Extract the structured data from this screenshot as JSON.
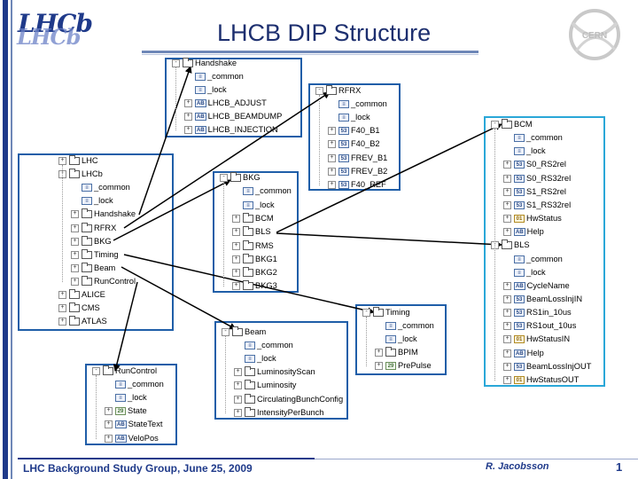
{
  "slide": {
    "title": "LHCB DIP Structure",
    "logo_text": "LHCb",
    "logo_text_secondary": "LHCb",
    "cern_text": "CERN",
    "footer_left": "LHC Background Study Group, June 25, 2009",
    "footer_author": "R. Jacobsson",
    "footer_page": "1"
  },
  "colors": {
    "accent": "#1f3a8a",
    "box_border": "#1f5ea8",
    "box_border_light": "#2aa7d8",
    "arrow": "#000000"
  },
  "panels": {
    "main": {
      "items": [
        {
          "label": "LHC",
          "kind": "folder",
          "exp": "+"
        },
        {
          "label": "LHCb",
          "kind": "folder",
          "exp": "-"
        },
        {
          "label": "_common",
          "kind": "entry",
          "tag": "E"
        },
        {
          "label": "_lock",
          "kind": "entry",
          "tag": "E"
        },
        {
          "label": "Handshake",
          "kind": "folder",
          "exp": "+"
        },
        {
          "label": "RFRX",
          "kind": "folder",
          "exp": "+"
        },
        {
          "label": "BKG",
          "kind": "folder",
          "exp": "+"
        },
        {
          "label": "Timing",
          "kind": "folder",
          "exp": "+"
        },
        {
          "label": "Beam",
          "kind": "folder",
          "exp": "+"
        },
        {
          "label": "RunControl",
          "kind": "folder",
          "exp": "+"
        },
        {
          "label": "ALICE",
          "kind": "folder",
          "exp": "+"
        },
        {
          "label": "CMS",
          "kind": "folder",
          "exp": "+"
        },
        {
          "label": "ATLAS",
          "kind": "folder",
          "exp": "+"
        }
      ]
    },
    "handshake": {
      "items": [
        {
          "label": "Handshake",
          "kind": "folder",
          "exp": "-"
        },
        {
          "label": "_common",
          "kind": "entry",
          "tag": "E"
        },
        {
          "label": "_lock",
          "kind": "entry",
          "tag": "E"
        },
        {
          "label": "LHCB_ADJUST",
          "kind": "entry",
          "tag": "AB",
          "exp": "+"
        },
        {
          "label": "LHCB_BEAMDUMP",
          "kind": "entry",
          "tag": "AB",
          "exp": "+"
        },
        {
          "label": "LHCB_INJECTION",
          "kind": "entry",
          "tag": "AB",
          "exp": "+"
        }
      ]
    },
    "rfrx": {
      "items": [
        {
          "label": "RFRX",
          "kind": "folder",
          "exp": "-"
        },
        {
          "label": "_common",
          "kind": "entry",
          "tag": "E"
        },
        {
          "label": "_lock",
          "kind": "entry",
          "tag": "E"
        },
        {
          "label": "F40_B1",
          "kind": "entry",
          "tag": "53",
          "exp": "+"
        },
        {
          "label": "F40_B2",
          "kind": "entry",
          "tag": "53",
          "exp": "+"
        },
        {
          "label": "FREV_B1",
          "kind": "entry",
          "tag": "53",
          "exp": "+"
        },
        {
          "label": "FREV_B2",
          "kind": "entry",
          "tag": "53",
          "exp": "+"
        },
        {
          "label": "F40_REF",
          "kind": "entry",
          "tag": "53",
          "exp": "+"
        }
      ]
    },
    "bkg": {
      "items": [
        {
          "label": "BKG",
          "kind": "folder",
          "exp": "-"
        },
        {
          "label": "_common",
          "kind": "entry",
          "tag": "E"
        },
        {
          "label": "_lock",
          "kind": "entry",
          "tag": "E"
        },
        {
          "label": "BCM",
          "kind": "folder",
          "exp": "+"
        },
        {
          "label": "BLS",
          "kind": "folder",
          "exp": "+"
        },
        {
          "label": "RMS",
          "kind": "folder",
          "exp": "+"
        },
        {
          "label": "BKG1",
          "kind": "folder",
          "exp": "+"
        },
        {
          "label": "BKG2",
          "kind": "folder",
          "exp": "+"
        },
        {
          "label": "BKG3",
          "kind": "folder",
          "exp": "+"
        }
      ]
    },
    "bcm": {
      "items": [
        {
          "label": "BCM",
          "kind": "folder",
          "exp": "-"
        },
        {
          "label": "_common",
          "kind": "entry",
          "tag": "E"
        },
        {
          "label": "_lock",
          "kind": "entry",
          "tag": "E"
        },
        {
          "label": "S0_RS2rel",
          "kind": "entry",
          "tag": "53",
          "exp": "+"
        },
        {
          "label": "S0_RS32rel",
          "kind": "entry",
          "tag": "53",
          "exp": "+"
        },
        {
          "label": "S1_RS2rel",
          "kind": "entry",
          "tag": "53",
          "exp": "+"
        },
        {
          "label": "S1_RS32rel",
          "kind": "entry",
          "tag": "53",
          "exp": "+"
        },
        {
          "label": "HwStatus",
          "kind": "entry",
          "tag": "01",
          "tagc": "y",
          "exp": "+"
        },
        {
          "label": "Help",
          "kind": "entry",
          "tag": "AB",
          "exp": "+"
        },
        {
          "label": "BLS",
          "kind": "folder",
          "exp": "-"
        },
        {
          "label": "_common",
          "kind": "entry",
          "tag": "E"
        },
        {
          "label": "_lock",
          "kind": "entry",
          "tag": "E"
        },
        {
          "label": "CycleName",
          "kind": "entry",
          "tag": "AB",
          "exp": "+"
        },
        {
          "label": "BeamLossInjIN",
          "kind": "entry",
          "tag": "53",
          "exp": "+"
        },
        {
          "label": "RS1in_10us",
          "kind": "entry",
          "tag": "53",
          "exp": "+"
        },
        {
          "label": "RS1out_10us",
          "kind": "entry",
          "tag": "53",
          "exp": "+"
        },
        {
          "label": "HwStatusIN",
          "kind": "entry",
          "tag": "01",
          "tagc": "y",
          "exp": "+"
        },
        {
          "label": "Help",
          "kind": "entry",
          "tag": "AB",
          "exp": "+"
        },
        {
          "label": "BeamLossInjOUT",
          "kind": "entry",
          "tag": "53",
          "exp": "+"
        },
        {
          "label": "HwStatusOUT",
          "kind": "entry",
          "tag": "01",
          "tagc": "y",
          "exp": "+"
        }
      ]
    },
    "timing": {
      "items": [
        {
          "label": "Timing",
          "kind": "folder",
          "exp": "-"
        },
        {
          "label": "_common",
          "kind": "entry",
          "tag": "E"
        },
        {
          "label": "_lock",
          "kind": "entry",
          "tag": "E"
        },
        {
          "label": "BPIM",
          "kind": "folder",
          "exp": "+"
        },
        {
          "label": "PrePulse",
          "kind": "entry",
          "tag": "29",
          "tagc": "g",
          "exp": "+"
        }
      ]
    },
    "beam": {
      "items": [
        {
          "label": "Beam",
          "kind": "folder",
          "exp": "-"
        },
        {
          "label": "_common",
          "kind": "entry",
          "tag": "E"
        },
        {
          "label": "_lock",
          "kind": "entry",
          "tag": "E"
        },
        {
          "label": "LuminosityScan",
          "kind": "folder",
          "exp": "+"
        },
        {
          "label": "Luminosity",
          "kind": "folder",
          "exp": "+"
        },
        {
          "label": "CirculatingBunchConfig",
          "kind": "folder",
          "exp": "+"
        },
        {
          "label": "IntensityPerBunch",
          "kind": "folder",
          "exp": "+"
        }
      ]
    },
    "runcontrol": {
      "items": [
        {
          "label": "RunControl",
          "kind": "folder",
          "exp": "-"
        },
        {
          "label": "_common",
          "kind": "entry",
          "tag": "E"
        },
        {
          "label": "_lock",
          "kind": "entry",
          "tag": "E"
        },
        {
          "label": "State",
          "kind": "entry",
          "tag": "29",
          "tagc": "g",
          "exp": "+"
        },
        {
          "label": "StateText",
          "kind": "entry",
          "tag": "AB",
          "exp": "+"
        },
        {
          "label": "VeloPos",
          "kind": "entry",
          "tag": "AB",
          "exp": "+"
        }
      ]
    }
  }
}
